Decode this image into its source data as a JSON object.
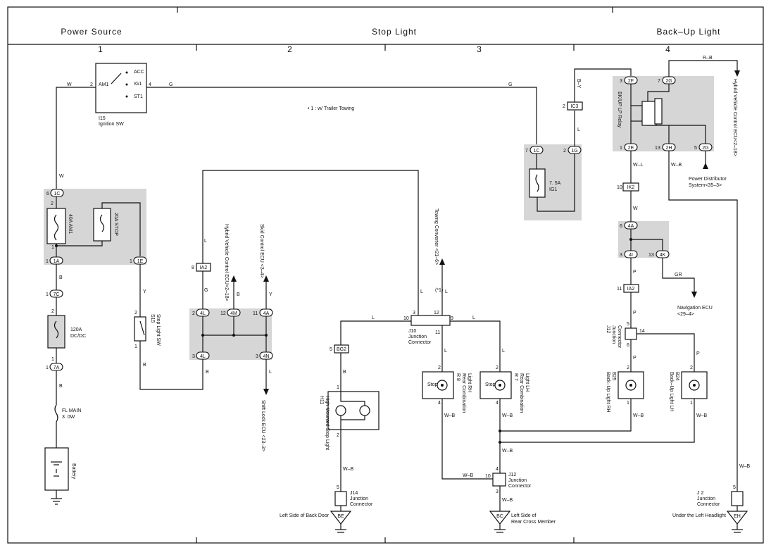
{
  "sections": {
    "power": "Power Source",
    "stop": "Stop Light",
    "backup": "Back–Up Light"
  },
  "columns": [
    "1",
    "2",
    "3",
    "4"
  ],
  "note": "• 1 : w/ Trailer Towing",
  "wire_colors": {
    "W": "W",
    "G": "G",
    "B": "B",
    "L": "L",
    "Y": "Y",
    "P": "P",
    "GR": "GR",
    "WB": "W–B",
    "WL": "W–L",
    "RB": "R–B",
    "BY": "B–Y",
    "star1": "(*1)"
  },
  "components": {
    "ign_sw": {
      "id": "I15",
      "name": "Ignition SW",
      "terms": [
        "ACC",
        "IG1",
        "ST1",
        "AM1"
      ]
    },
    "fuse_am1": "40A AM1",
    "fuse_stop": "20A STOP",
    "fuse_dcdc": [
      "120A",
      "DC/DC"
    ],
    "fl_main": [
      "FL MAIN",
      "3. 0W"
    ],
    "battery": "Battery",
    "stop_sw": {
      "id": "S15",
      "name": "Stop Light SW"
    },
    "fuse_ig1": [
      "7. 5A",
      "IG1"
    ],
    "bu_relay": "BK/UP LP Relay",
    "hv_ecu_top": "Hybrid Vehicle Control ECU<2–18>",
    "hv_ecu_mid": "Hybrid Vehicle Control ECU<2–18>",
    "skid_ecu": "Skid Control ECU <3–4>",
    "shift_ecu": "Shift Lock ECU <23–3>",
    "towing": "Towing Converter <21–6>",
    "pdist": [
      "Power Distributor",
      "System<35–3>"
    ],
    "nav_ecu": [
      "Navigation ECU",
      "<29–4>"
    ],
    "j10": [
      "J10",
      "Junction",
      "Connector"
    ],
    "j12a": [
      "J12",
      "Junction",
      "Connector"
    ],
    "j12b": [
      "J12",
      "Junction",
      "Connector"
    ],
    "j14": [
      "J14",
      "Junction",
      "Connector"
    ],
    "j2": [
      "J 2",
      "Junction",
      "Connector"
    ],
    "h11": [
      "H11",
      "High Mounted Stop Light"
    ],
    "r8": [
      "R 8",
      "Rear Combination",
      "Light RH"
    ],
    "r7": [
      "R 7",
      "Rear Combination",
      "Light LH"
    ],
    "b25": [
      "B25",
      "Back–Up Light RH"
    ],
    "b24": [
      "B24",
      "Back–Up Light LH"
    ],
    "stop_label": "Stop"
  },
  "grounds": {
    "be": "BE",
    "bc": "BC",
    "eh": "EH",
    "be_text": "Left Side of Back Door",
    "bc_text": [
      "Left Side of",
      "Rear Cross Member"
    ],
    "eh_text": "Under the Left Headlight"
  },
  "connectors": {
    "c1C": "1C",
    "c1A": "1A",
    "c1E": "1E",
    "c7C": "7C",
    "c7A": "7A",
    "c4L": "4L",
    "c4M": "4M",
    "c4A": "4A",
    "c4N": "4N",
    "cIA2": "IA2",
    "cBG2": "BG2",
    "cIC3": "IC3",
    "c1G": "1G",
    "c2F": "2F",
    "c2G": "2G",
    "c2E": "2E",
    "c2H": "2H",
    "cIK2": "IK2",
    "c4I": "4I",
    "c4K": "4K"
  }
}
